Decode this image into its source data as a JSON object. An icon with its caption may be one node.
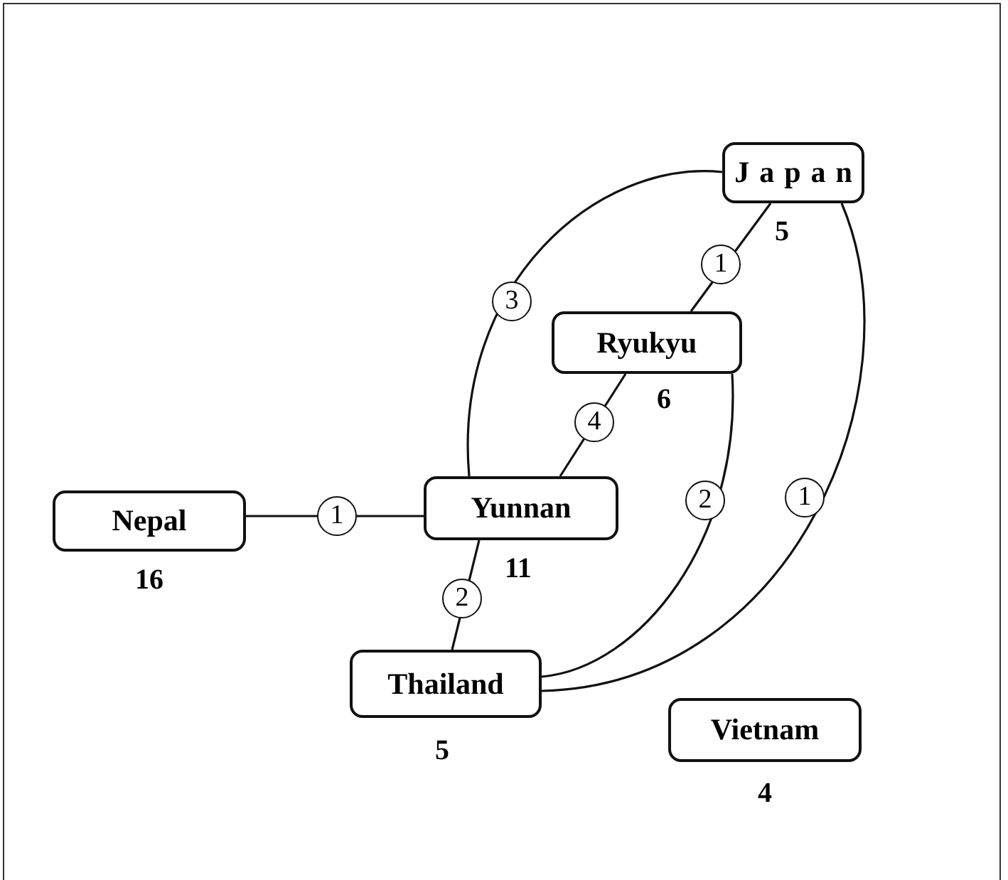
{
  "diagram": {
    "nodes": [
      {
        "text": [
          "Japan"
        ],
        "beside": [
          "5"
        ]
      },
      {
        "text": [
          "Ryukyu"
        ],
        "beside": [
          "6"
        ]
      },
      {
        "text": [
          "Nepal"
        ],
        "beside": [
          "16"
        ]
      },
      {
        "text": [
          "Yunnan"
        ],
        "beside": [
          "11"
        ]
      },
      {
        "text": [
          "Thailand"
        ],
        "beside": [
          "5"
        ]
      },
      {
        "text": [
          "Vietnam"
        ],
        "beside": [
          "4"
        ]
      }
    ],
    "edges": [
      {
        "from": 0,
        "to": 1,
        "arrow": "none",
        "label": "1"
      },
      {
        "from": 0,
        "to": 3,
        "arrow": "none",
        "label": "3"
      },
      {
        "from": 1,
        "to": 3,
        "arrow": "none",
        "label": "4"
      },
      {
        "from": 2,
        "to": 3,
        "arrow": "none",
        "label": "1"
      },
      {
        "from": 3,
        "to": 4,
        "arrow": "none",
        "label": "2"
      },
      {
        "from": 1,
        "to": 4,
        "arrow": "none",
        "label": "2"
      },
      {
        "from": 0,
        "to": 4,
        "arrow": "none",
        "label": "1"
      }
    ]
  }
}
